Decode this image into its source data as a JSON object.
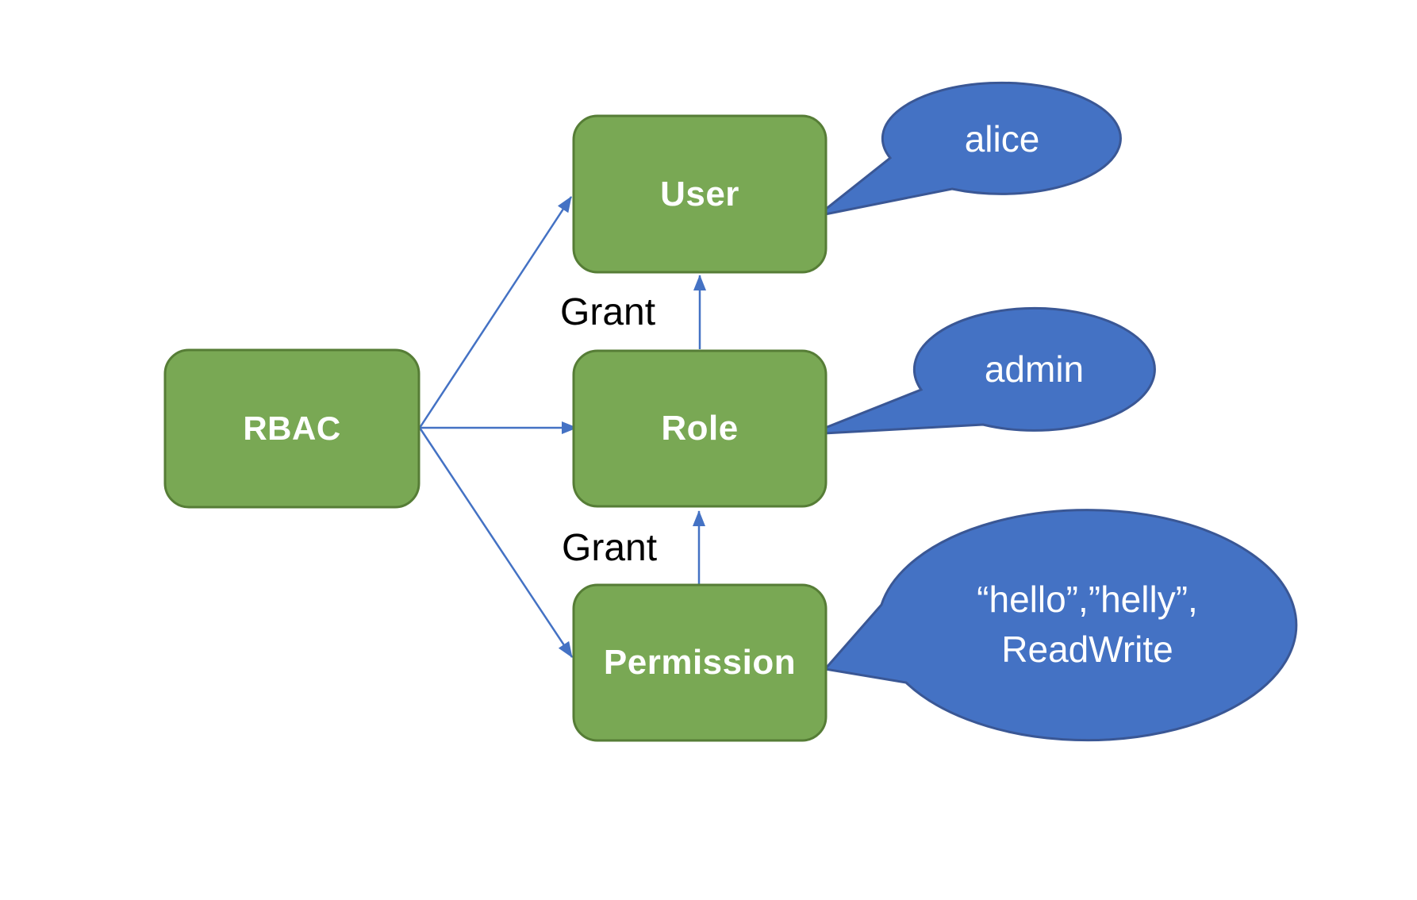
{
  "diagram": {
    "type": "rbac-concept-diagram",
    "nodes": {
      "rbac": {
        "label": "RBAC"
      },
      "user": {
        "label": "User"
      },
      "role": {
        "label": "Role"
      },
      "permission": {
        "label": "Permission"
      }
    },
    "edges": {
      "role_to_user_label": "Grant",
      "permission_to_role_label": "Grant"
    },
    "callouts": {
      "user_example": "alice",
      "role_example": "admin",
      "permission_example_line1": "“hello”,”helly”,",
      "permission_example_line2": "ReadWrite"
    }
  },
  "colors": {
    "background": "#FFFFFF",
    "node_fill": "#79A854",
    "node_border": "#567D36",
    "callout_fill": "#4472C4",
    "callout_border": "#3A5795",
    "arrow": "#4472C4",
    "node_text": "#FFFFFF",
    "edge_text": "#000000",
    "callout_text": "#FFFFFF"
  }
}
